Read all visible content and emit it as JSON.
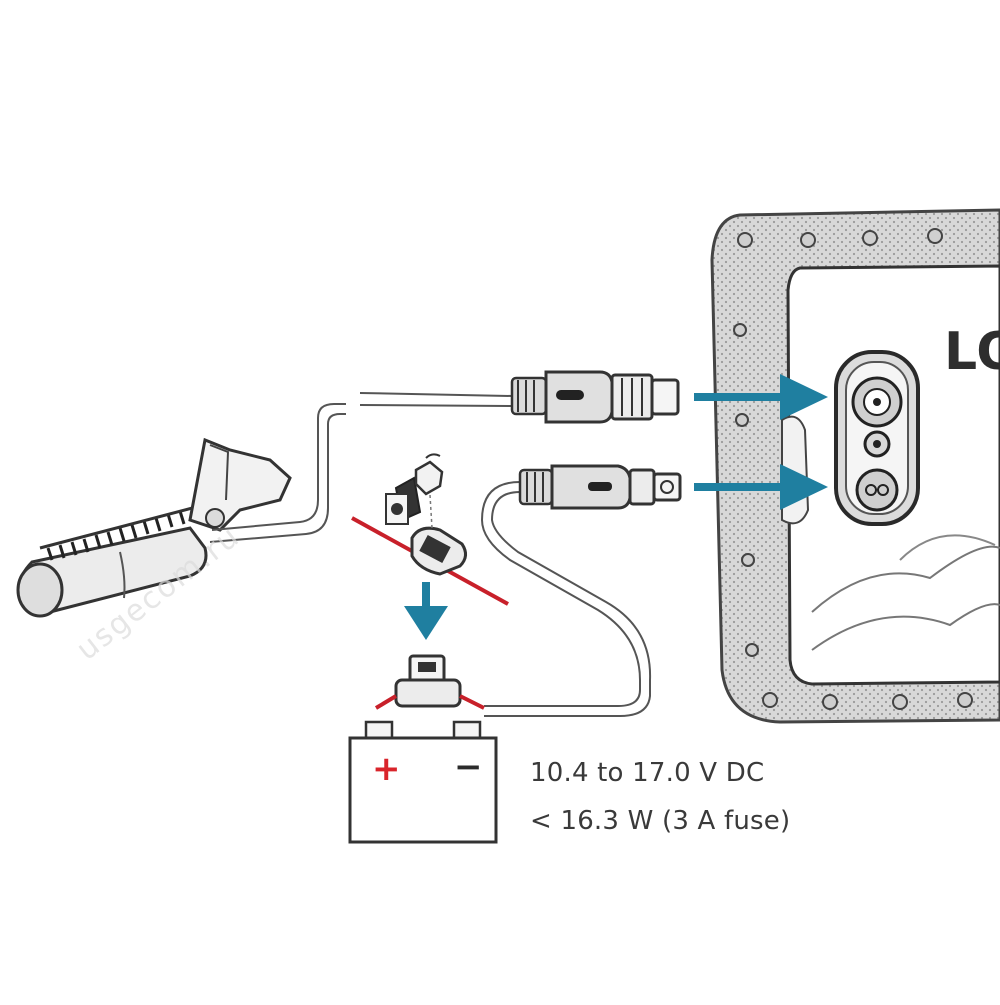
{
  "diagram": {
    "display_brand": "LO",
    "battery": {
      "plus_label": "+",
      "minus_label": "−"
    },
    "spec": {
      "voltage": "10.4 to 17.0 V DC",
      "power": "< 16.3 W (3 A fuse)"
    },
    "watermark": "usgecom.ru",
    "colors": {
      "arrow": "#1f7fa0",
      "wire_red": "#c8202a",
      "line": "#555555",
      "positive": "#d9242b"
    }
  }
}
